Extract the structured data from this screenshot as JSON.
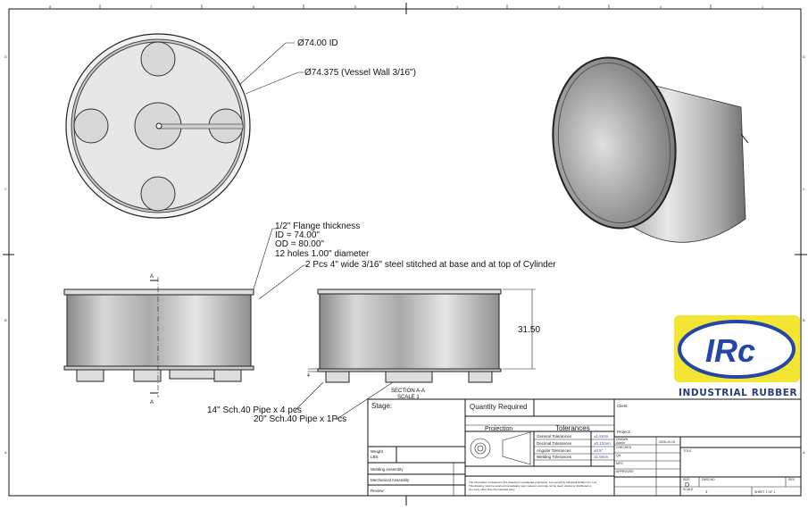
{
  "annotations": {
    "id_dim": "Ø74.00 ID",
    "od_dim": "Ø74.375 (Vessel Wall 3/16\")",
    "flange_1": "1/2\" Flange thickness",
    "flange_2": "ID = 74.00\"",
    "flange_3": "OD = 80.00\"",
    "flange_4": "12 holes 1.00\" diameter",
    "stitch": "2 Pcs 4\" wide 3/16\" steel stitched at base and at top of Cylinder",
    "height_dim": "31.50",
    "pipe_14": "14\" Sch.40 Pipe x 4 pcs",
    "pipe_20": "20\" Sch.40 Pipe x 1Pcs",
    "section_title": "SECTION A-A",
    "section_scale": "SCALE 1",
    "section_mark": "A",
    "small_dim": "4"
  },
  "logo": {
    "text": "IRc",
    "caption": "INDUSTRIAL RUBBER",
    "yellow": "#f2e632",
    "blue": "#2346a8"
  },
  "title_block": {
    "stage": "Stage:",
    "quantity_required": "Quantity Required",
    "projection": "Projection",
    "tolerances": "Tolerances",
    "tolerance_rows": [
      {
        "label": "General Tolerances",
        "value": "±1.5mm"
      },
      {
        "label": "Decimal Tolerances",
        "value": "±0.12mm"
      },
      {
        "label": "Angular Tolerances",
        "value": "±0.5°"
      },
      {
        "label": "Welding Tolerances",
        "value": "±1.5mm"
      }
    ],
    "weight": "Weight",
    "weight_unit": "LBS",
    "welding_assembly": "Welding Assembly",
    "mechanical_assembly": "Mechanical Assembly",
    "review": "Review",
    "disclaimer_1": "The information contained in this drawing is considered proprietary. It is owned by Industrial Rubber Inc. Ltd.",
    "disclaimer_2": "This drawing must be returned immediately upon request, and may not be used, copied or distributed to",
    "disclaimer_3": "any party other than the intended party.",
    "client": "Client:",
    "project": "Project:",
    "drawn": "DRAWN",
    "drawn_by": "Admin",
    "drawn_date": "2025-10-15",
    "checked": "CHECKED",
    "qa": "QA",
    "mfg": "MFG",
    "approved": "APPROVED",
    "title": "TITLE",
    "size_label": "SIZE",
    "size": "D",
    "dwg_no": "DWG NO",
    "rev": "REV",
    "scale_label": "SCALE",
    "scale": "1",
    "sheet": "SHEET 1  OF 1"
  },
  "ruler": {
    "top": [
      "8",
      "7",
      "6",
      "5",
      "4",
      "3",
      "2",
      "1"
    ],
    "side": [
      "D",
      "C",
      "B",
      "A"
    ]
  }
}
